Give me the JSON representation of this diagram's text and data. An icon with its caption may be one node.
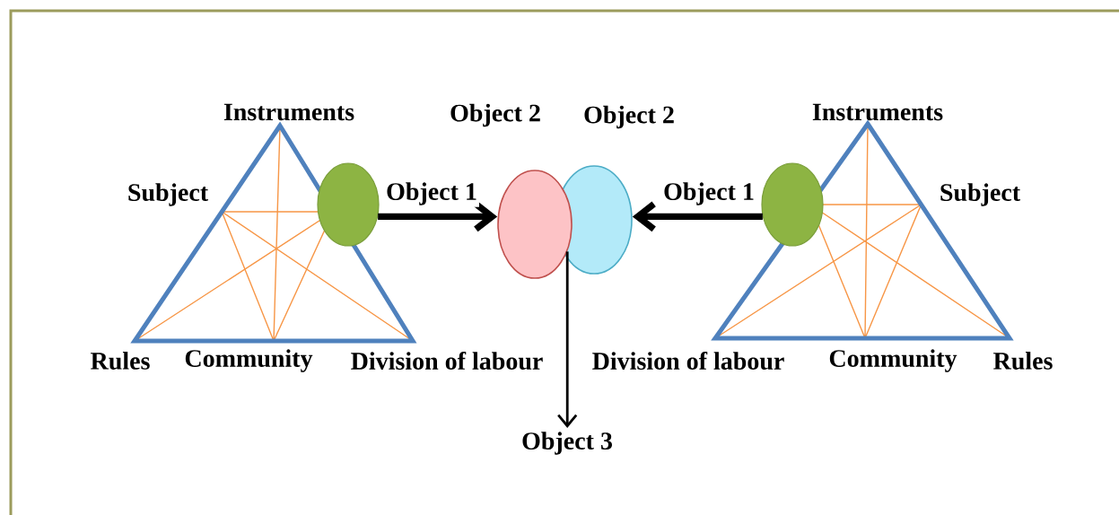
{
  "diagram": {
    "nodes": [
      {
        "text": [],
        "shape": "circle"
      },
      {
        "text": [
          "Object 2"
        ]
      },
      {
        "text": [
          "Object 2"
        ]
      },
      {
        "text": [],
        "shape": "circle"
      },
      {
        "text": [
          "Object 3"
        ]
      }
    ],
    "edges": [
      {
        "from": 0,
        "to": 1,
        "arrow": "to",
        "label": "Object 1"
      },
      {
        "from": 3,
        "to": 2,
        "arrow": "to",
        "label": "Object 1"
      },
      {
        "from": 1,
        "to": 4,
        "arrow": "to"
      }
    ],
    "labels": [
      "Instruments",
      "Instruments",
      "Subject",
      "Subject",
      "Rules",
      "Community",
      "Division of labour",
      "Division of labour",
      "Community",
      "Rules"
    ]
  }
}
